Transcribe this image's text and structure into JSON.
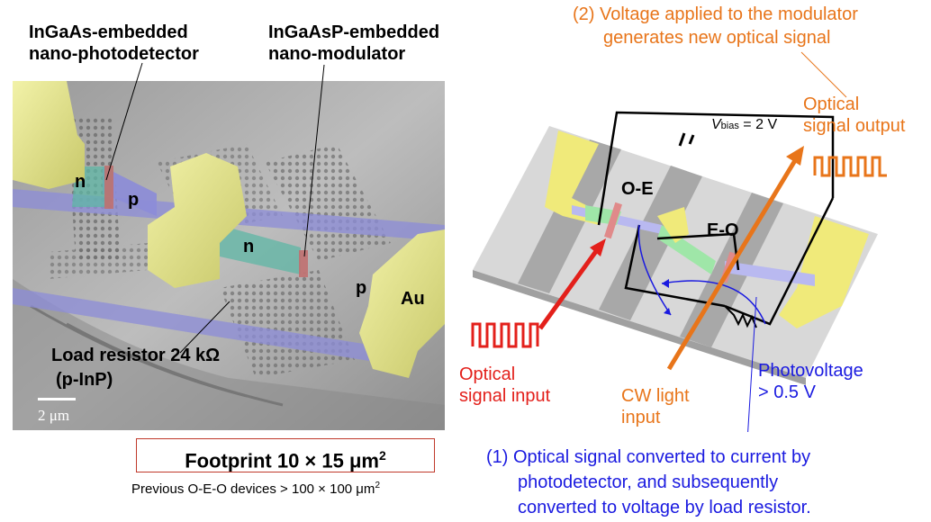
{
  "labels": {
    "ingaas_line1": "InGaAs-embedded",
    "ingaas_line2": "nano-photodetector",
    "ingaasp_line1": "InGaAsP-embedded",
    "ingaasp_line2": "nano-modulator",
    "voltage_line1": "(2) Voltage applied to the modulator",
    "voltage_line2": "generates new optical signal",
    "optical_output_line1": "Optical",
    "optical_output_line2": "signal output",
    "vbias_v": "V",
    "vbias_sub": "bias",
    "vbias_value": " = 2 V",
    "oe": "O-E",
    "eo": "E-O",
    "n_left": "n",
    "p_left": "p",
    "n_center": "n",
    "p_right": "p",
    "au": "Au",
    "load_resistor_line1": "Load resistor 24 kΩ",
    "load_resistor_line2": "(p-InP)",
    "scale_bar": "2 μm",
    "optical_input_line1": "Optical",
    "optical_input_line2": "signal input",
    "cw_line1": "CW light",
    "cw_line2": "input",
    "photovoltage_line1": "Photovoltage",
    "photovoltage_line2": "> 0.5 V",
    "footprint_text": "Footprint  10 × 15 μm",
    "footprint_exp": "2",
    "previous_text": "Previous O-E-O devices  > 100 × 100 μm",
    "previous_exp": "2",
    "converted_line1": "(1) Optical signal converted to current by",
    "converted_line2": "photodetector, and subsequently",
    "converted_line3": "converted to voltage by load resistor."
  },
  "colors": {
    "orange": "#e8751a",
    "red": "#e3201b",
    "blue": "#1a1ae0",
    "gold": "#e6e68a",
    "photonic_blue": "#8c8cd8",
    "teal": "#5fb7a6"
  }
}
